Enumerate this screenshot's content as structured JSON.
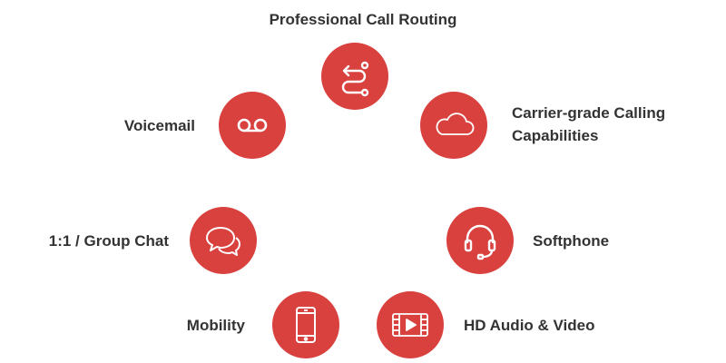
{
  "colors": {
    "circle": "#d9413e",
    "icon": "#ffffff",
    "label": "#333333"
  },
  "features": {
    "call_routing": {
      "label": "Professional Call Routing",
      "icon": "routing-arrows-icon"
    },
    "carrier_calling": {
      "label_line1": "Carrier-grade Calling",
      "label_line2": "Capabilities",
      "icon": "cloud-icon"
    },
    "voicemail": {
      "label": "Voicemail",
      "icon": "voicemail-icon"
    },
    "softphone": {
      "label": "Softphone",
      "icon": "headset-icon"
    },
    "group_chat": {
      "label": "1:1 / Group Chat",
      "icon": "chat-bubbles-icon"
    },
    "hd_audio_video": {
      "label": "HD Audio & Video",
      "icon": "video-film-icon"
    },
    "mobility": {
      "label": "Mobility",
      "icon": "smartphone-icon"
    }
  }
}
